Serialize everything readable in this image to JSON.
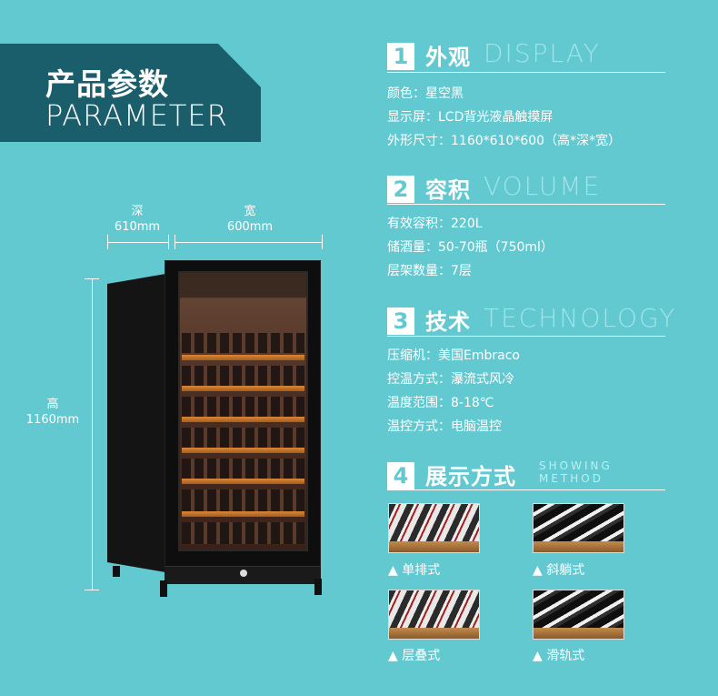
{
  "banner": {
    "title": "产品参数",
    "subtitle": "PARAMETER"
  },
  "dimensions": {
    "depth_label": "深",
    "depth_value": "610mm",
    "width_label": "宽",
    "width_value": "600mm",
    "height_label": "高",
    "height_value": "1160mm"
  },
  "sections": [
    {
      "num": "1",
      "title": "外观",
      "en": "DISPLAY",
      "lines": [
        "颜色：星空黑",
        "显示屏：LCD背光液晶触摸屏",
        "外形尺寸：1160*610*600（高*深*宽）"
      ]
    },
    {
      "num": "2",
      "title": "容积",
      "en": "VOLUME",
      "lines": [
        "有效容积：220L",
        "储酒量：50-70瓶（750ml）",
        "层架数量：7层"
      ]
    },
    {
      "num": "3",
      "title": "技术",
      "en": "TECHNOLOGY",
      "lines": [
        "压缩机：美国Embraco",
        "控温方式：瀑流式风冷",
        "温度范围：8-18℃",
        "温控方式：电脑温控"
      ]
    },
    {
      "num": "4",
      "title": "展示方式",
      "en_line1": "SHOWING",
      "en_line2": "METHOD"
    }
  ],
  "display_methods": [
    {
      "label": "▲ 单排式"
    },
    {
      "label": "▲ 斜躺式"
    },
    {
      "label": "▲ 层叠式"
    },
    {
      "label": "▲ 滑轨式"
    }
  ],
  "colors": {
    "background": "#62c9d1",
    "banner": "#1a5e6b",
    "accent_light": "#9fe4e8"
  }
}
